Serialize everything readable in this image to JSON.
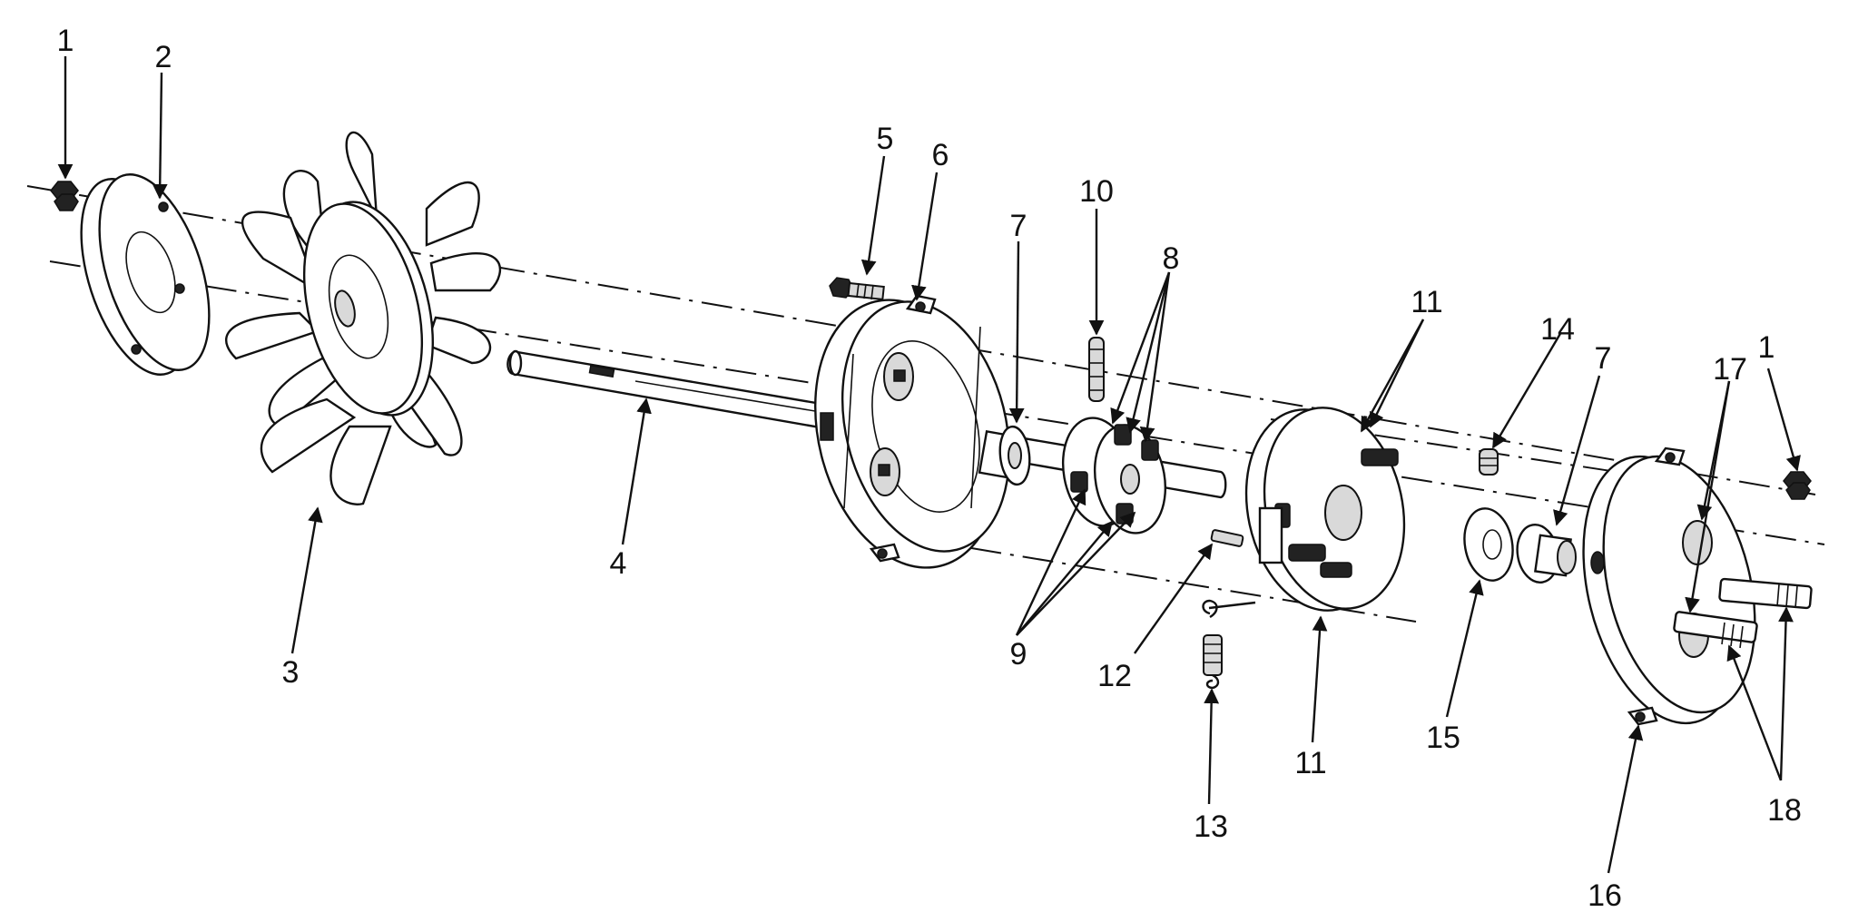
{
  "callouts": {
    "c1a": "1",
    "c2": "2",
    "c3": "3",
    "c4": "4",
    "c5": "5",
    "c6": "6",
    "c7a": "7",
    "c8": "8",
    "c9": "9",
    "c10": "10",
    "c11a": "11",
    "c11b": "11",
    "c12": "12",
    "c13": "13",
    "c14": "14",
    "c7b": "7",
    "c15": "15",
    "c16": "16",
    "c17": "17",
    "c1b": "1",
    "c18": "18"
  }
}
